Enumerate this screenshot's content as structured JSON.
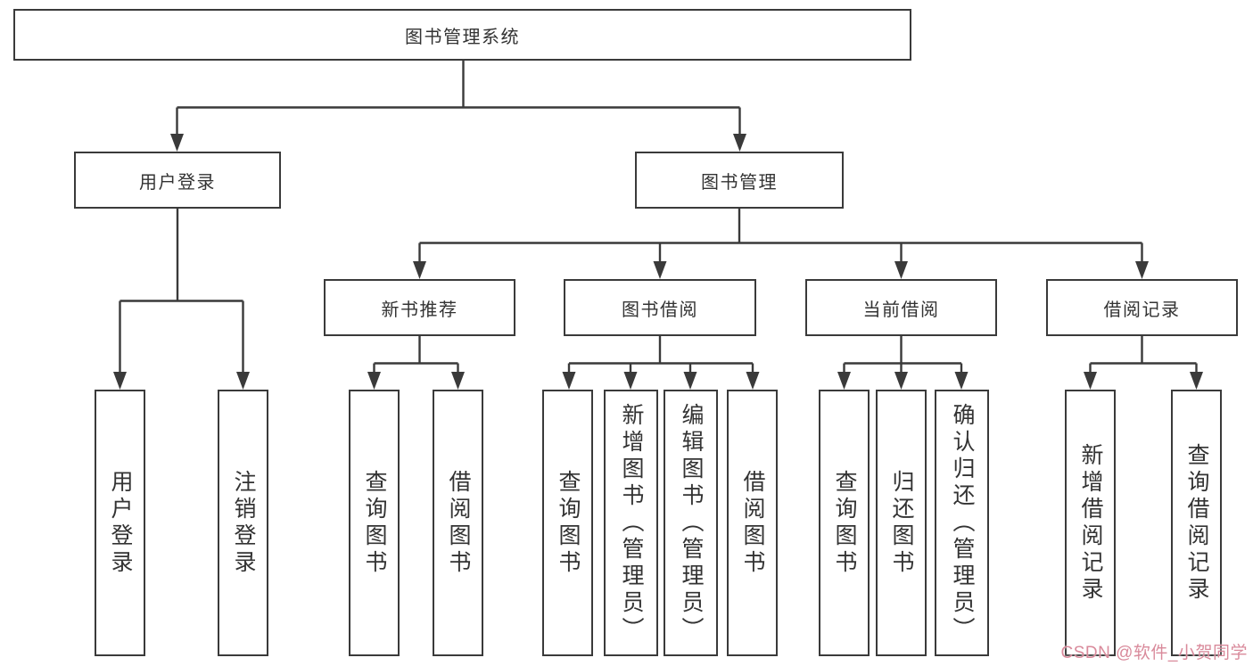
{
  "tree": {
    "root": {
      "label": "图书管理系统"
    },
    "branches": [
      {
        "label": "用户登录",
        "children": [
          {
            "label": "用户登录"
          },
          {
            "label": "注销登录"
          }
        ]
      },
      {
        "label": "图书管理",
        "children": [
          {
            "label": "新书推荐",
            "children": [
              {
                "label": "查询图书"
              },
              {
                "label": "借阅图书"
              }
            ]
          },
          {
            "label": "图书借阅",
            "children": [
              {
                "label": "查询图书"
              },
              {
                "label": "新增图书（管理员）"
              },
              {
                "label": "编辑图书（管理员）"
              },
              {
                "label": "借阅图书"
              }
            ]
          },
          {
            "label": "当前借阅",
            "children": [
              {
                "label": "查询图书"
              },
              {
                "label": "归还图书"
              },
              {
                "label": "确认归还（管理员）"
              }
            ]
          },
          {
            "label": "借阅记录",
            "children": [
              {
                "label": "新增借阅记录"
              },
              {
                "label": "查询借阅记录"
              }
            ]
          }
        ]
      }
    ]
  },
  "watermark": {
    "text": "CSDN @软件_小贺同学"
  },
  "colors": {
    "line": "#3a3a3a",
    "text": "#333333",
    "watermark": "#d98a9b",
    "background": "#ffffff"
  }
}
